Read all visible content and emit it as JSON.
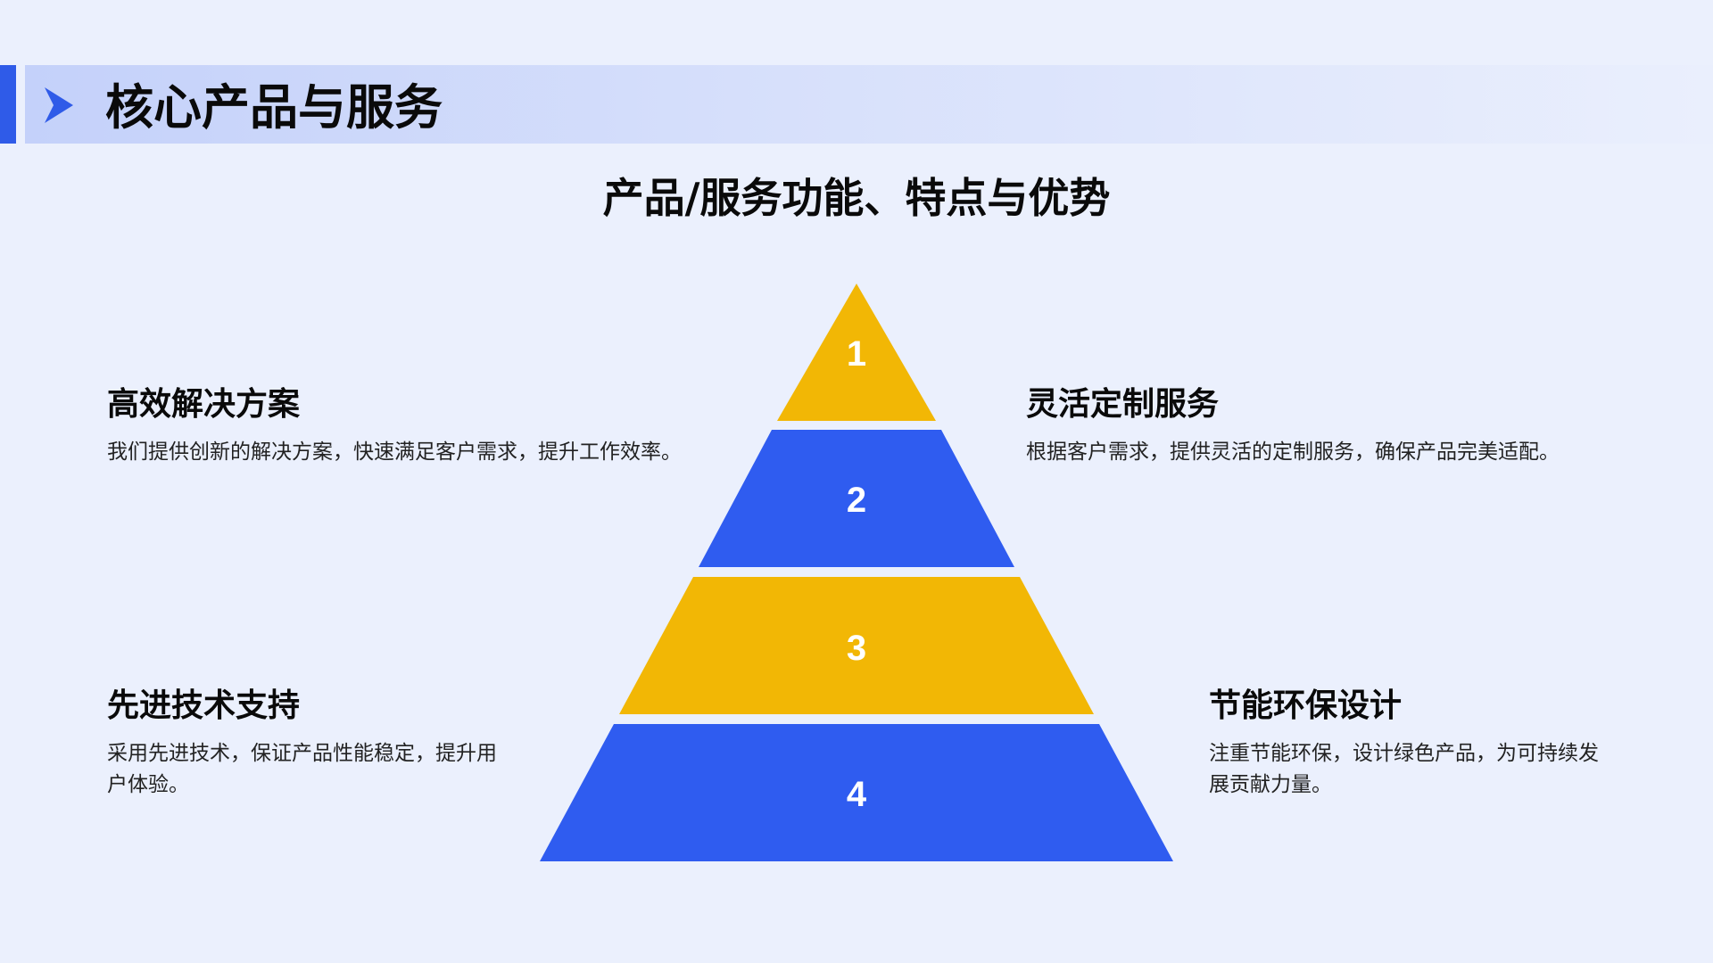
{
  "header": {
    "title": "核心产品与服务",
    "icon": "chevron-right-icon",
    "accent_color": "#2f5be8"
  },
  "subtitle": "产品/服务功能、特点与优势",
  "pyramid": {
    "colors": {
      "yellow": "#f2b705",
      "blue": "#2f5cf0"
    },
    "levels": [
      {
        "number": "1",
        "color": "#f2b705"
      },
      {
        "number": "2",
        "color": "#2f5cf0"
      },
      {
        "number": "3",
        "color": "#f2b705"
      },
      {
        "number": "4",
        "color": "#2f5cf0"
      }
    ]
  },
  "features": [
    {
      "title": "高效解决方案",
      "description": "我们提供创新的解决方案，快速满足客户需求，提升工作效率。"
    },
    {
      "title": "灵活定制服务",
      "description": "根据客户需求，提供灵活的定制服务，确保产品完美适配。"
    },
    {
      "title": "先进技术支持",
      "description": "采用先进技术，保证产品性能稳定，提升用户体验。"
    },
    {
      "title": "节能环保设计",
      "description": "注重节能环保，设计绿色产品，为可持续发展贡献力量。"
    }
  ]
}
